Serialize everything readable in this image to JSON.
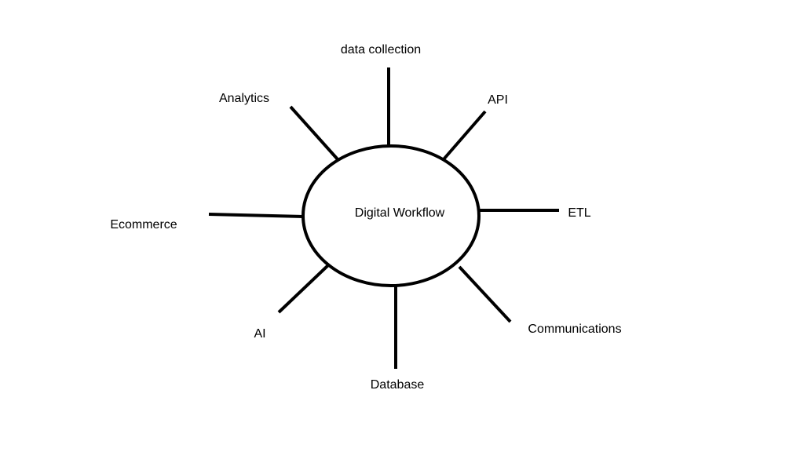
{
  "diagram": {
    "center_label": "Digital Workflow",
    "nodes": [
      {
        "id": "data-collection",
        "label": "data collection"
      },
      {
        "id": "api",
        "label": "API"
      },
      {
        "id": "etl",
        "label": "ETL"
      },
      {
        "id": "communications",
        "label": "Communications"
      },
      {
        "id": "database",
        "label": "Database"
      },
      {
        "id": "ai",
        "label": "AI"
      },
      {
        "id": "ecommerce",
        "label": "Ecommerce"
      },
      {
        "id": "analytics",
        "label": "Analytics"
      }
    ],
    "stroke_color": "#000000"
  }
}
